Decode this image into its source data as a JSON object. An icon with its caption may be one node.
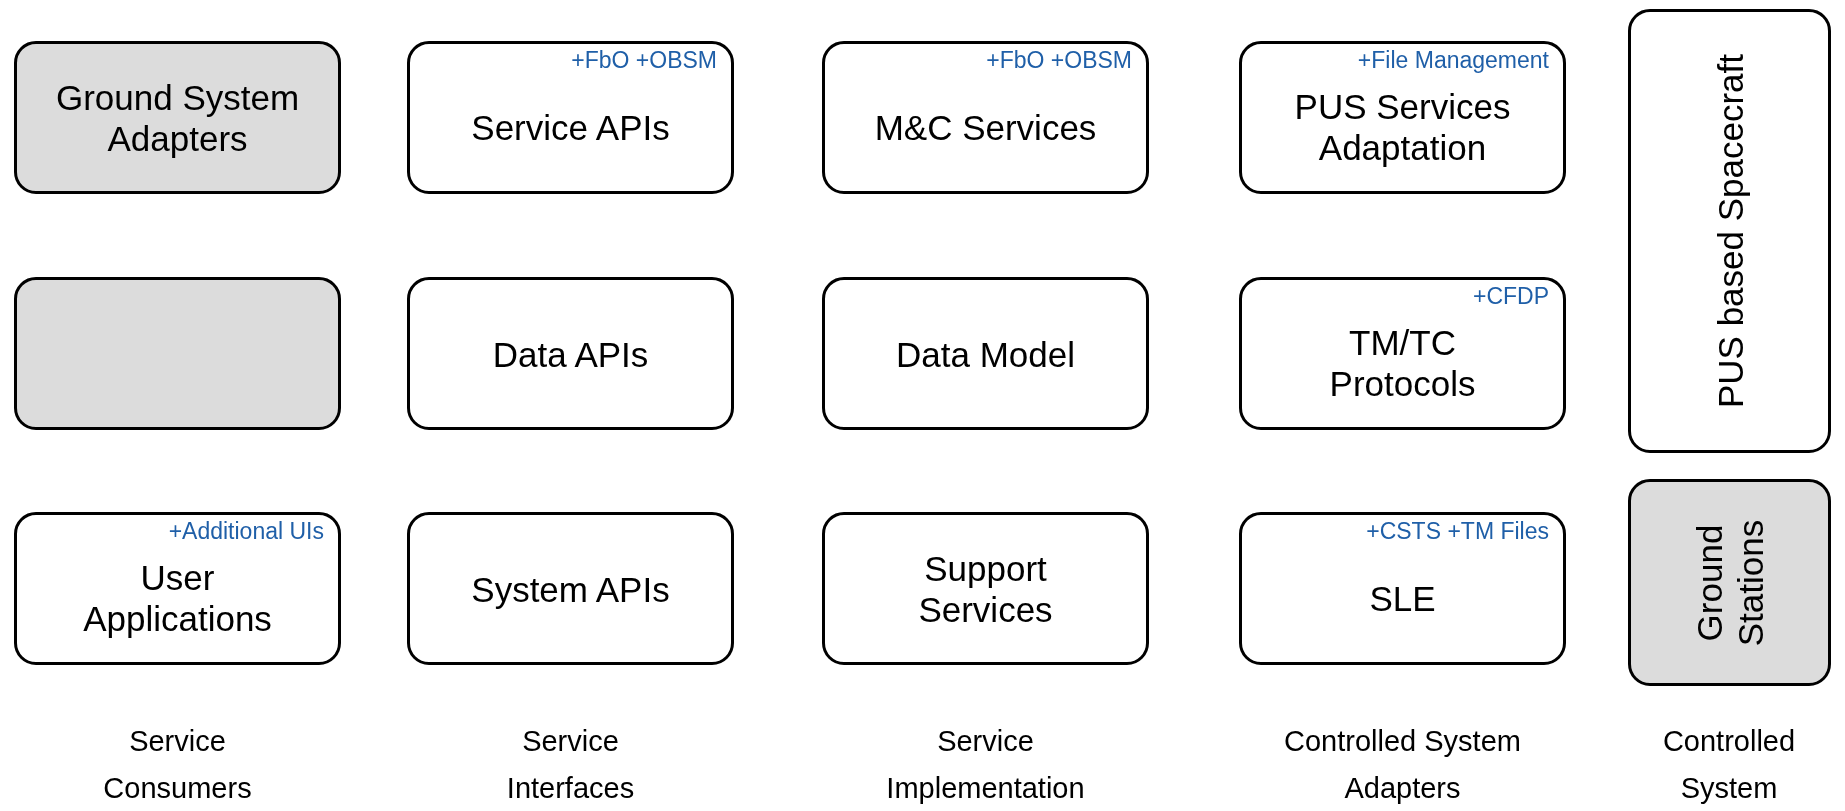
{
  "diagram": {
    "nodes": [
      {
        "text": [
          "Ground System Adapters"
        ]
      },
      {
        "text": [
          "+FbO +OBSM",
          "Service APIs"
        ]
      },
      {
        "text": [
          "+FbO +OBSM",
          "M&C Services"
        ]
      },
      {
        "text": [
          "+File Management",
          "PUS Services Adaptation"
        ]
      },
      {
        "text": [
          "PUS based Spacecraft"
        ]
      },
      {
        "text": [],
        "shape": "box"
      },
      {
        "text": [
          "Data APIs"
        ]
      },
      {
        "text": [
          "Data Model"
        ]
      },
      {
        "text": [
          "+CFDP",
          "TM/TC Protocols"
        ]
      },
      {
        "text": [
          "+Additional UIs",
          "User Applications"
        ]
      },
      {
        "text": [
          "System APIs"
        ]
      },
      {
        "text": [
          "Support Services"
        ]
      },
      {
        "text": [
          "+CSTS +TM Files",
          "SLE"
        ]
      },
      {
        "text": [
          "Ground Stations"
        ]
      }
    ],
    "edges": [],
    "labels": [
      "Service Consumers",
      "Service Interfaces",
      "Service Implementation",
      "Controlled System Adapters",
      "Controlled System"
    ]
  }
}
